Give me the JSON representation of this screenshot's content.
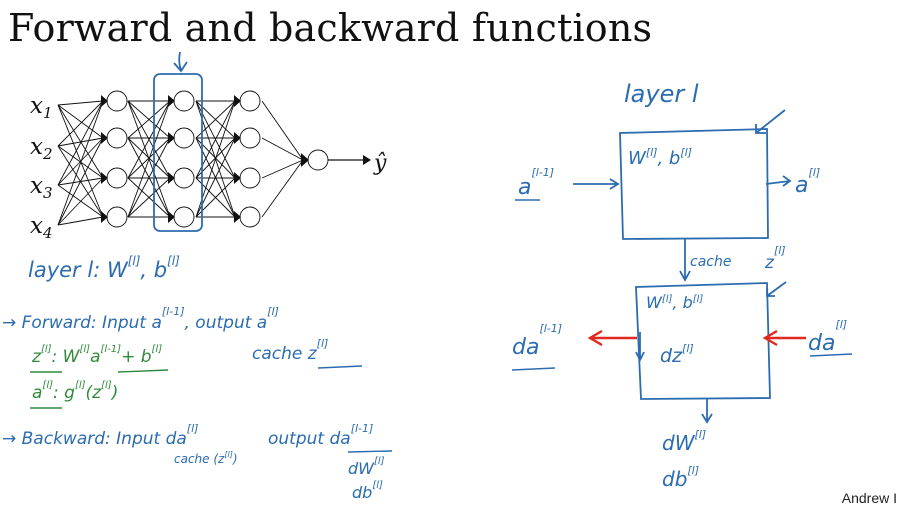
{
  "slide": {
    "title": "Forward and backward functions",
    "credit": "Andrew I"
  },
  "network": {
    "inputs": [
      "x",
      "x",
      "x",
      "x"
    ],
    "input_subscripts": [
      "1",
      "2",
      "3",
      "4"
    ],
    "output": "ŷ"
  },
  "notes_left": {
    "layer_line": "layer l:  W",
    "layer_w_sup": "[l]",
    "layer_b": ", b",
    "layer_b_sup": "[l]",
    "forward_label": "→ Forward:  Input  a",
    "forward_in_sup": "[l-1]",
    "forward_output": ", output  a",
    "forward_out_sup": "[l]",
    "eq_z": "z",
    "eq_z_sup": "[l]",
    "eq_z_rhs": ":  W",
    "eq_z_w_sup": "[l]",
    "eq_z_a": "a",
    "eq_z_a_sup": "[l-1]",
    "eq_z_b": "+ b",
    "eq_z_b_sup": "[l]",
    "cache": "cache  z",
    "cache_sup": "[l]",
    "eq_a": "a",
    "eq_a_sup": "[l]",
    "eq_a_rhs": ":  g",
    "eq_a_g_sup": "[l]",
    "eq_a_arg": "(z",
    "eq_a_arg_sup": "[l]",
    "eq_a_close": ")",
    "backward_label": "→ Backward:  Input  da",
    "backward_in_sup": "[l]",
    "backward_cache": "cache (z",
    "backward_cache_sup": "[l]",
    "backward_cache_close": ")",
    "backward_output": "output  da",
    "backward_out_sup": "[l-1]",
    "dw": "dW",
    "dw_sup": "[l]",
    "db": "db",
    "db_sup": "[l]"
  },
  "notes_right": {
    "layer_label": "layer  l",
    "fwd_in": "a",
    "fwd_in_sup": "[l-1]",
    "fwd_box": "W",
    "fwd_box_w_sup": "[l]",
    "fwd_box_b": ", b",
    "fwd_box_b_sup": "[l]",
    "fwd_out": "a",
    "fwd_out_sup": "[l]",
    "cache_label": "cache",
    "cache_z": "z",
    "cache_z_sup": "[l]",
    "bwd_box_w": "W",
    "bwd_box_w_sup": "[l]",
    "bwd_box_b": ", b",
    "bwd_box_b_sup": "[l]",
    "bwd_box_dz": "dz",
    "bwd_box_dz_sup": "[l]",
    "bwd_in": "da",
    "bwd_in_sup": "[l]",
    "bwd_out": "da",
    "bwd_out_sup": "[l-1]",
    "dw": "dW",
    "dw_sup": "[l]",
    "db": "db",
    "db_sup": "[l]"
  },
  "colors": {
    "ink_blue": "#2b6cb0",
    "ink_green": "#2f8a3a",
    "ink_red": "#e02a1f",
    "ink_black": "#111111"
  }
}
